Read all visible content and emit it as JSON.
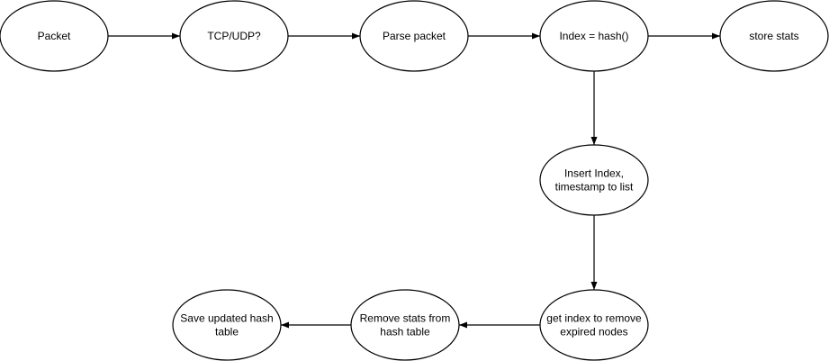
{
  "diagram": {
    "nodes": [
      {
        "id": "packet",
        "lines": [
          "Packet"
        ]
      },
      {
        "id": "tcp-udp",
        "lines": [
          "TCP/UDP?"
        ]
      },
      {
        "id": "parse-packet",
        "lines": [
          "Parse packet"
        ]
      },
      {
        "id": "index-hash",
        "lines": [
          "Index = hash()"
        ]
      },
      {
        "id": "store-stats",
        "lines": [
          "store stats"
        ]
      },
      {
        "id": "insert-index",
        "lines": [
          "Insert Index,",
          "timestamp to list"
        ]
      },
      {
        "id": "get-index",
        "lines": [
          "get index to remove",
          "expired nodes"
        ]
      },
      {
        "id": "remove-stats",
        "lines": [
          "Remove stats from",
          "hash table"
        ]
      },
      {
        "id": "save-hash",
        "lines": [
          "Save updated hash",
          "table"
        ]
      }
    ],
    "edges": [
      {
        "from": "packet",
        "to": "tcp-udp"
      },
      {
        "from": "tcp-udp",
        "to": "parse-packet"
      },
      {
        "from": "parse-packet",
        "to": "index-hash"
      },
      {
        "from": "index-hash",
        "to": "store-stats"
      },
      {
        "from": "index-hash",
        "to": "insert-index"
      },
      {
        "from": "insert-index",
        "to": "get-index"
      },
      {
        "from": "get-index",
        "to": "remove-stats"
      },
      {
        "from": "remove-stats",
        "to": "save-hash"
      }
    ]
  }
}
